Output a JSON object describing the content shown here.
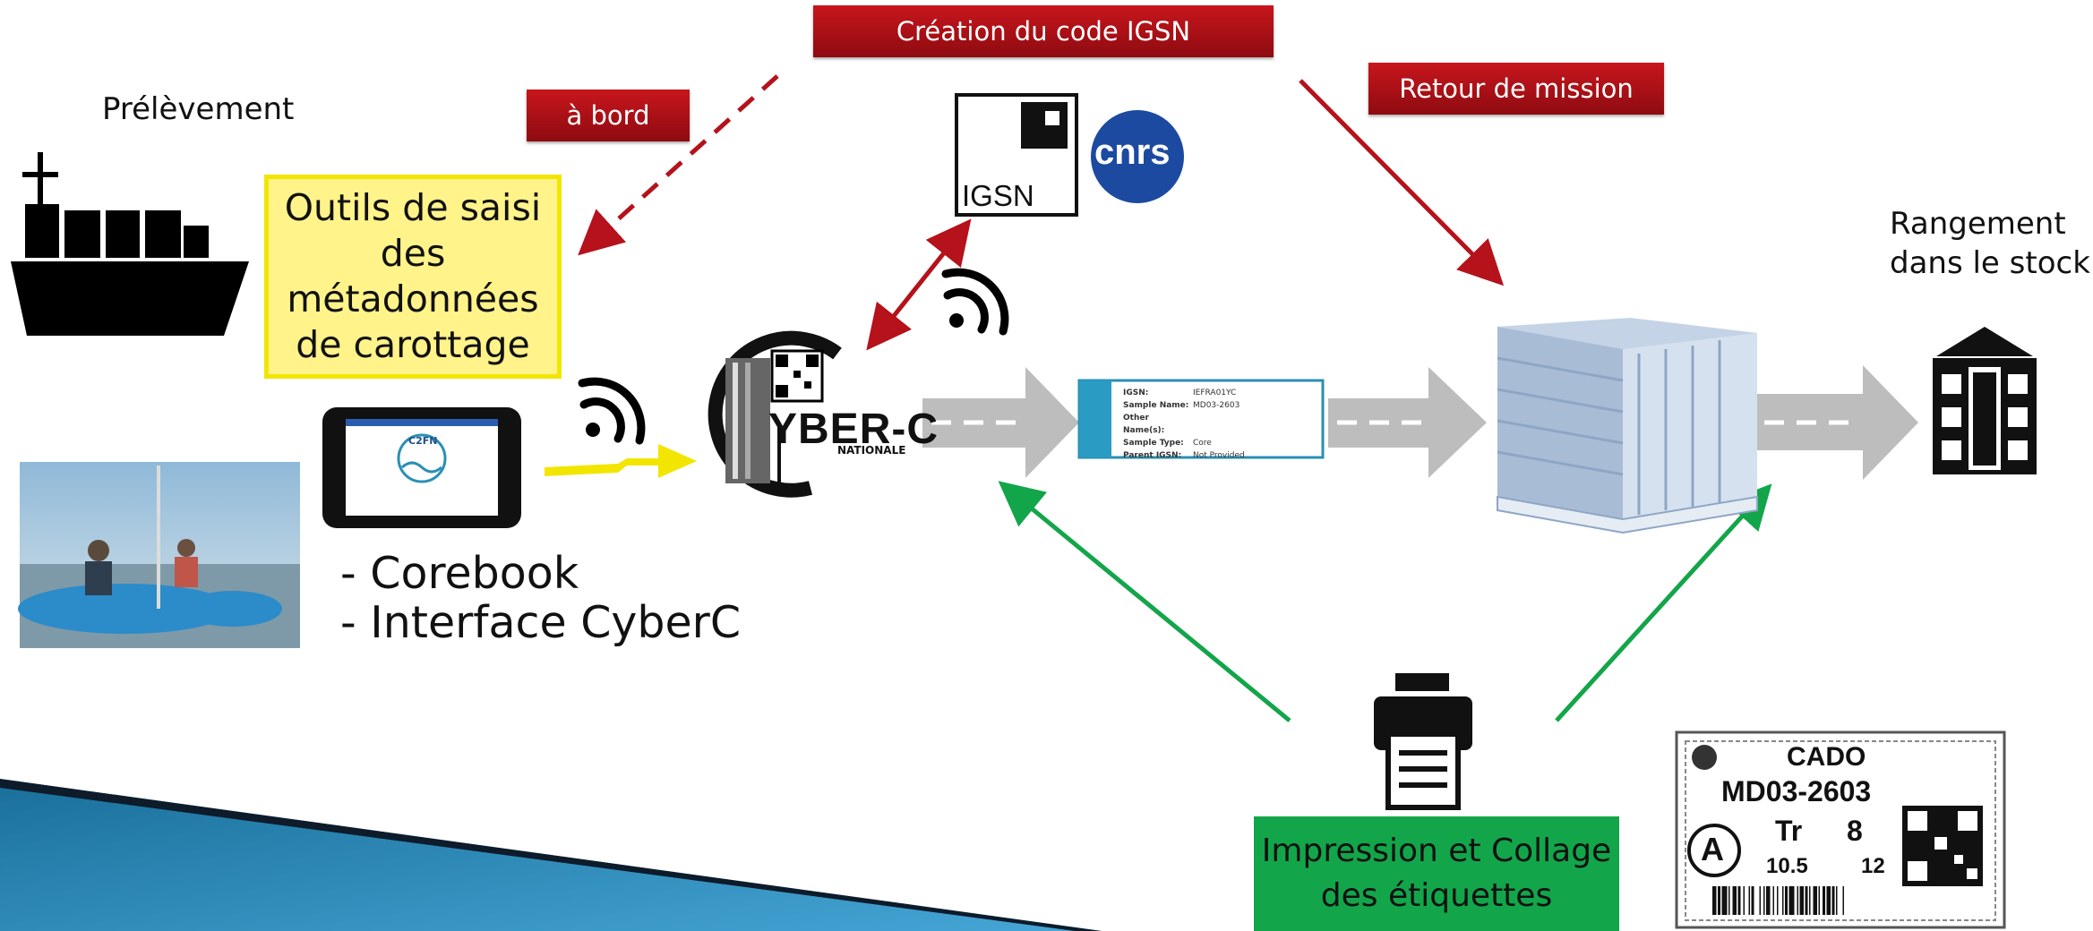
{
  "header": {
    "creation_code": "Création du code IGSN",
    "retour_mission": "Retour de mission",
    "a_bord": "à bord"
  },
  "left": {
    "prelevement": "Prélèvement",
    "tools_box": "Outils de saisi des métadonnées de carottage",
    "tool_items": [
      "- Corebook",
      "- Interface CyberC"
    ]
  },
  "logos": {
    "igsn": "IGSN",
    "cnrs": "cnrs",
    "cyberc": "YBER-C",
    "cyberc_sub": "NATIONALE"
  },
  "tablet": {
    "title": "C2FN"
  },
  "sample_card": {
    "rows": [
      {
        "key": "IGSN:",
        "value": "IEFRA01YC"
      },
      {
        "key": "Sample Name:",
        "value": "MD03-2603"
      },
      {
        "key": "Other Name(s):",
        "value": ""
      },
      {
        "key": "Sample Type:",
        "value": "Core"
      },
      {
        "key": "Parent IGSN:",
        "value": "Not Provided"
      }
    ]
  },
  "right": {
    "rangement": "Rangement dans le stock"
  },
  "printing": {
    "label": "Impression et Collage des étiquettes"
  },
  "core_label": {
    "title": "CADO",
    "code": "MD03-2603",
    "letter": "A",
    "tr_label": "Tr",
    "tr_value": "8",
    "from": "10.5",
    "to": "12"
  },
  "colors": {
    "red": "#b5121b",
    "green": "#13a54a",
    "yellow_box": "#fff38a",
    "yellow_border": "#f2e600",
    "arrow_gray": "#bdbdbd"
  }
}
